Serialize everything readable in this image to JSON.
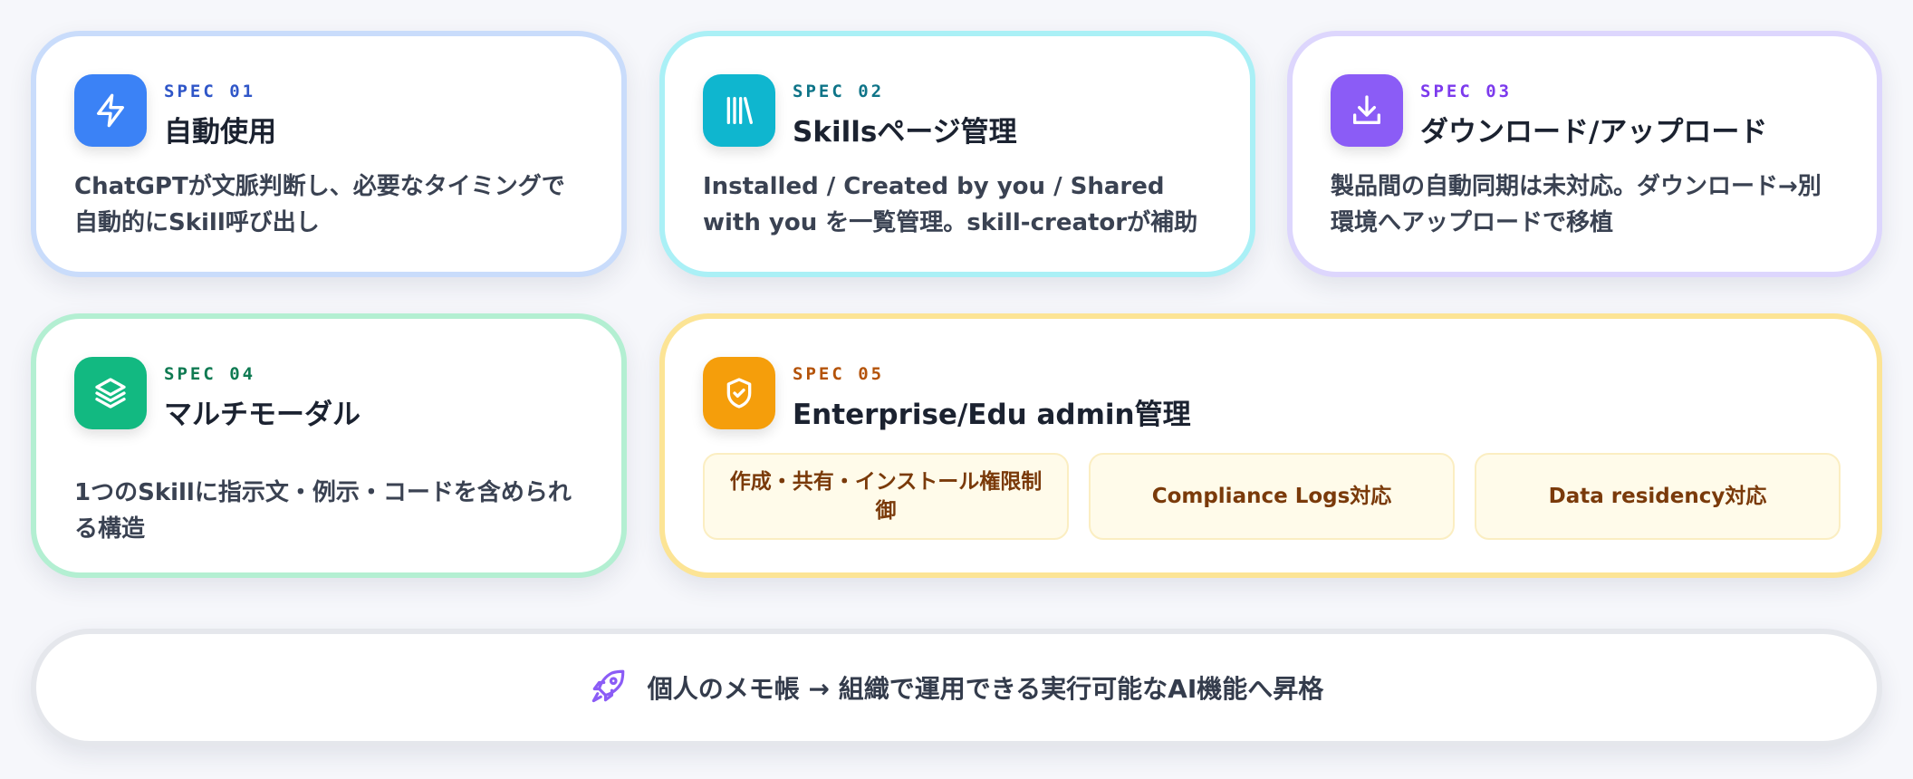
{
  "colors": {
    "blue": "#3b82f6",
    "cyan": "#0fb6cf",
    "purple": "#8b5cf6",
    "green": "#12b981",
    "amber": "#f59e0b"
  },
  "cards": [
    {
      "spec": "SPEC 01",
      "title": "自動使用",
      "icon": "lightning-icon",
      "description": "ChatGPTが文脈判断し、必要なタイミングで自動的にSkill呼び出し"
    },
    {
      "spec": "SPEC 02",
      "title": "Skillsページ管理",
      "icon": "library-icon",
      "description": "Installed / Created by you / Shared with you を一覧管理。skill-creatorが補助"
    },
    {
      "spec": "SPEC 03",
      "title": "ダウンロード/アップロード",
      "icon": "download-icon",
      "description": "製品間の自動同期は未対応。ダウンロード→別環境へアップロードで移植"
    },
    {
      "spec": "SPEC 04",
      "title": "マルチモーダル",
      "icon": "layers-icon",
      "description": "1つのSkillに指示文・例示・コードを含められる構造"
    },
    {
      "spec": "SPEC 05",
      "title": "Enterprise/Edu admin管理",
      "icon": "shield-check-icon",
      "chips": [
        "作成・共有・インストール権限制御",
        "Compliance Logs対応",
        "Data residency対応"
      ]
    }
  ],
  "footer": {
    "icon": "rocket-icon",
    "text": "個人のメモ帳 → 組織で運用できる実行可能なAI機能へ昇格"
  }
}
